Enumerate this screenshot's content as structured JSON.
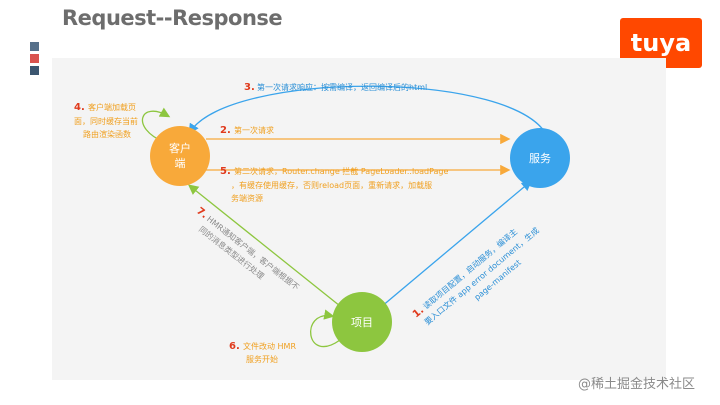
{
  "slide": {
    "title": "Request--Response",
    "logo_text": "tuya",
    "watermark": "@稀土掘金技术社区"
  },
  "colors": {
    "accent": "#ff4800",
    "client": "#f8a93a",
    "server": "#3aa4ec",
    "project": "#8dc63f",
    "label_orange": "#f0a020",
    "label_blue": "#2b8fd6",
    "num_red": "#e03a1c",
    "square_1": "#56708a",
    "square_2": "#d9534f",
    "square_3": "#3c5670"
  },
  "nodes": {
    "client": "客户\n端",
    "server": "服务",
    "project": "项目"
  },
  "labels": {
    "s1_num": "1.",
    "s1_text": [
      "读取项目配置，启动服务，编译主",
      "要入口文件 app error document，生成",
      "page-manifest"
    ],
    "s2_num": "2.",
    "s2_text": "第一次请求",
    "s3_num": "3.",
    "s3_text": "第一次请求响应：按需编译，返回编译后的html",
    "s4_num": "4.",
    "s4_text": [
      "客户端加载页",
      "面，同时缓存当前",
      "路由渲染函数"
    ],
    "s5_num": "5.",
    "s5_text": [
      "第二次请求，Router.change 拦截 PageLoader..loadPage",
      "，有缓存使用缓存，否则reload页面，重新请求，加载服",
      "务端资源"
    ],
    "s6_num": "6.",
    "s6_text": [
      "文件改动 HMR",
      "服务开始"
    ],
    "s7_num": "7.",
    "s7_text": [
      "HMR通知客户端，客户端根据不",
      "同的消息类型进行处理"
    ]
  }
}
